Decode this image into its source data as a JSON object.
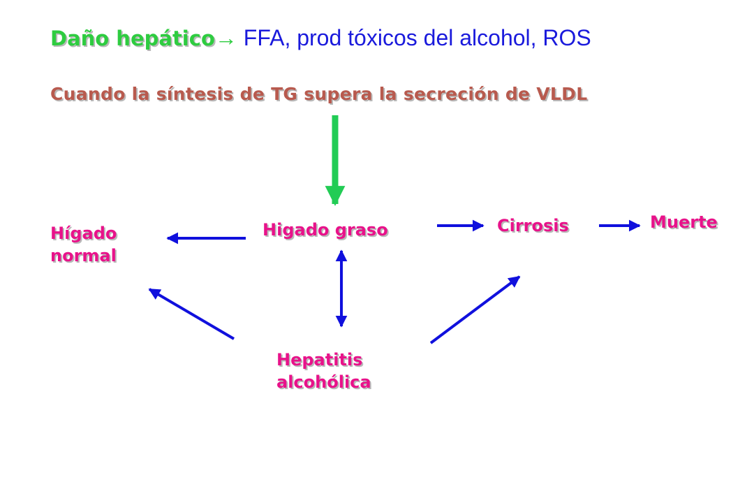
{
  "title": {
    "strong": "Daño hepático",
    "arrow": "→",
    "rest": " FFA, prod tóxicos del alcohol, ROS"
  },
  "subtitle": "Cuando la síntesis de TG supera la secreción de VLDL",
  "nodes": {
    "normal": [
      "Hígado",
      "normal"
    ],
    "graso": "Higado graso",
    "cirrosis": "Cirrosis",
    "muerte": "Muerte",
    "hepatitis": [
      "Hepatitis",
      "alcohólica"
    ]
  },
  "colors": {
    "title_green": "#2ecc40",
    "title_blue": "#1a1adc",
    "subtitle": "#b85a4e",
    "node_text": "#e8128a",
    "arrow_blue": "#1010dd",
    "arrow_green": "#22cc55"
  }
}
